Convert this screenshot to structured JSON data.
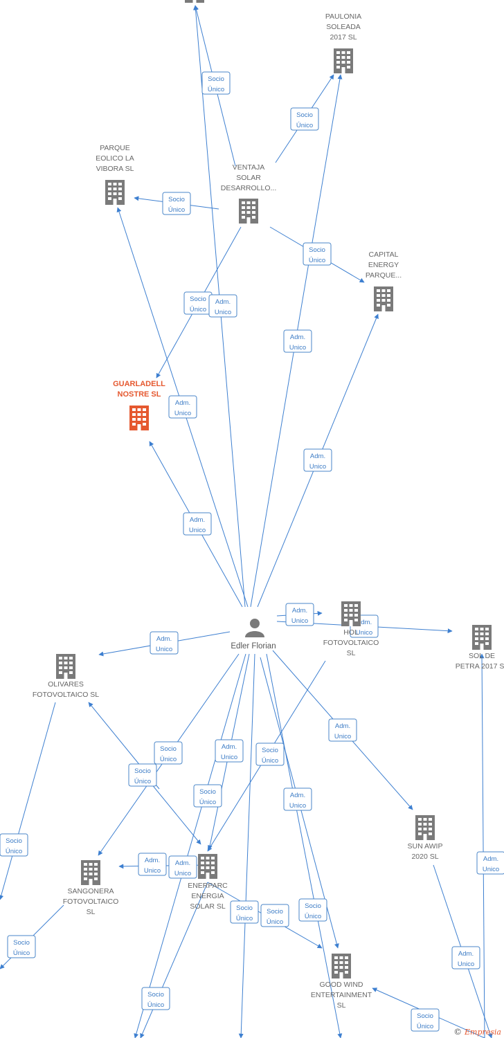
{
  "colors": {
    "edge": "#3d7fd0",
    "company": "#7a7a7a",
    "main_company": "#e5582f",
    "person": "#7a7a7a"
  },
  "person": {
    "name": "Edler Florian",
    "icon": "person-icon"
  },
  "companies": [
    {
      "id": "top",
      "lines": []
    },
    {
      "id": "paulonia",
      "lines": [
        "PAULONIA",
        "SOLEADA",
        "2017  SL"
      ]
    },
    {
      "id": "eolico",
      "lines": [
        "PARQUE",
        "EOLICO LA",
        "VIBORA  SL"
      ]
    },
    {
      "id": "ventaja",
      "lines": [
        "VENTAJA",
        "SOLAR",
        "DESARROLLO..."
      ]
    },
    {
      "id": "capital",
      "lines": [
        "CAPITAL",
        "ENERGY",
        "PARQUE..."
      ]
    },
    {
      "id": "guarladell",
      "lines": [
        "GUARLADELL",
        "NOSTRE  SL"
      ],
      "main": true
    },
    {
      "id": "hol",
      "lines": [
        "HOL",
        "FOTOVOLTAICO",
        "SL"
      ]
    },
    {
      "id": "petra",
      "lines": [
        "SOL DE",
        "PETRA 2017  SL"
      ]
    },
    {
      "id": "olivares",
      "lines": [
        "OLIVARES",
        "FOTOVOLTAICO SL"
      ]
    },
    {
      "id": "sunawip",
      "lines": [
        "SUN AWIP",
        "2020  SL"
      ]
    },
    {
      "id": "sangonera",
      "lines": [
        "SANGONERA",
        "FOTOVOLTAICO",
        "SL"
      ]
    },
    {
      "id": "enerparc",
      "lines": [
        "ENERPARC",
        "ENERGIA",
        "SOLAR  SL"
      ]
    },
    {
      "id": "goodwind",
      "lines": [
        "GOOD WIND",
        "ENTERTAINMENT",
        "SL"
      ]
    }
  ],
  "edge_labels": [
    {
      "id": "e1",
      "lines": [
        "Socio",
        "Único"
      ]
    },
    {
      "id": "e2",
      "lines": [
        "Socio",
        "Único"
      ]
    },
    {
      "id": "e3",
      "lines": [
        "Socio",
        "Único"
      ]
    },
    {
      "id": "e4",
      "lines": [
        "Socio",
        "Único"
      ]
    },
    {
      "id": "e5",
      "lines": [
        "Socio",
        "Único"
      ]
    },
    {
      "id": "e6",
      "lines": [
        "Adm.",
        "Unico"
      ]
    },
    {
      "id": "e7",
      "lines": [
        "Adm.",
        "Unico"
      ]
    },
    {
      "id": "e8",
      "lines": [
        "Adm.",
        "Unico"
      ]
    },
    {
      "id": "e9",
      "lines": [
        "Adm.",
        "Unico"
      ]
    },
    {
      "id": "e10",
      "lines": [
        "Adm.",
        "Unico"
      ]
    },
    {
      "id": "e11",
      "lines": [
        "Adm.",
        "Unico"
      ]
    },
    {
      "id": "e12",
      "lines": [
        "Adm.",
        "Unico"
      ]
    },
    {
      "id": "e13",
      "lines": [
        "Adm.",
        "Unico"
      ]
    },
    {
      "id": "e14",
      "lines": [
        "Adm.",
        "Unico"
      ]
    },
    {
      "id": "e15",
      "lines": [
        "Adm.",
        "Unico"
      ]
    },
    {
      "id": "e16",
      "lines": [
        "Adm.",
        "Unico"
      ]
    },
    {
      "id": "e17",
      "lines": [
        "Socio",
        "Único"
      ]
    },
    {
      "id": "e18",
      "lines": [
        "Socio",
        "Único"
      ]
    },
    {
      "id": "e19",
      "lines": [
        "Socio",
        "Único"
      ]
    },
    {
      "id": "e20",
      "lines": [
        "Adm.",
        "Unico"
      ]
    },
    {
      "id": "e21",
      "lines": [
        "Adm.",
        "Unico"
      ]
    },
    {
      "id": "e22",
      "lines": [
        "Socio",
        "Único"
      ]
    },
    {
      "id": "e23",
      "lines": [
        "Socio",
        "Único"
      ]
    },
    {
      "id": "e24",
      "lines": [
        "Socio",
        "Único"
      ]
    },
    {
      "id": "e25",
      "lines": [
        "Adm.",
        "Unico"
      ]
    },
    {
      "id": "e26",
      "lines": [
        "Socio",
        "Único"
      ]
    },
    {
      "id": "e27",
      "lines": [
        "Socio",
        "Único"
      ]
    },
    {
      "id": "e28",
      "lines": [
        "Adm.",
        "Unico"
      ]
    },
    {
      "id": "e29",
      "lines": [
        "Socio",
        "Único"
      ]
    },
    {
      "id": "e30",
      "lines": [
        "Socio",
        "Único"
      ]
    },
    {
      "id": "e31",
      "lines": [
        "Socio",
        "Único"
      ]
    }
  ],
  "footer": {
    "copyright_symbol": "©",
    "brand": "Empresia"
  }
}
